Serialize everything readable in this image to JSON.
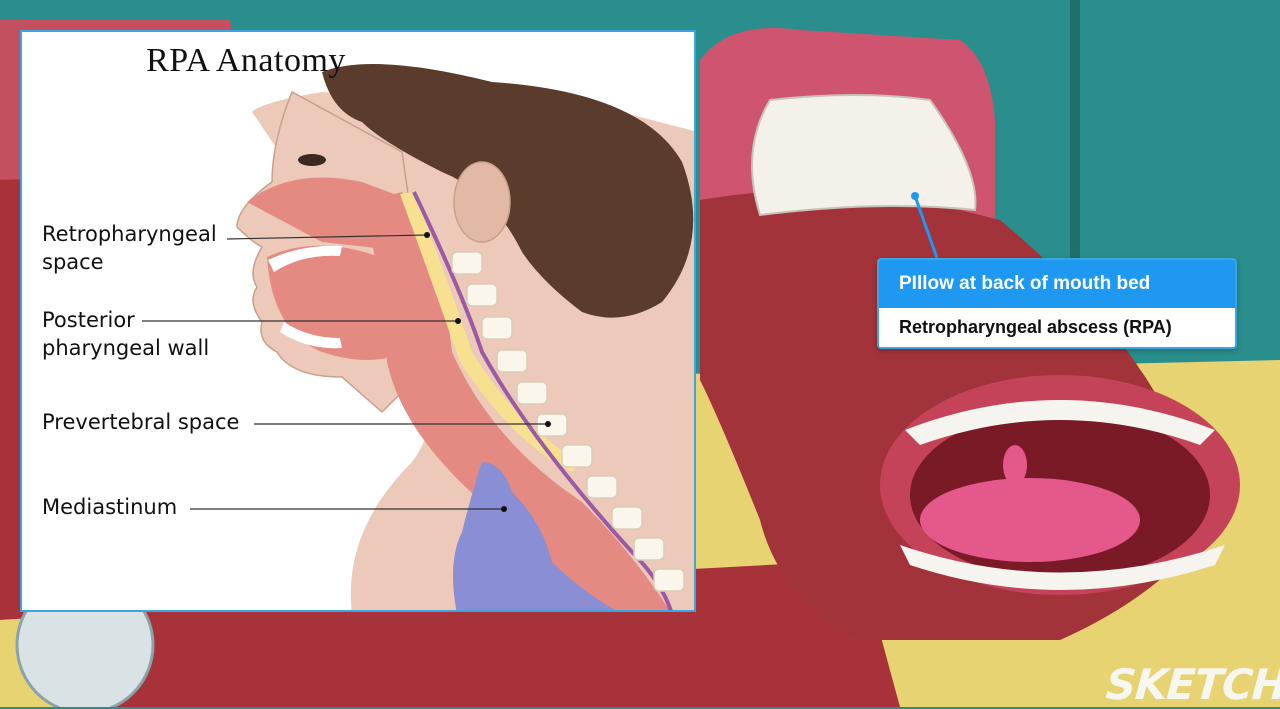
{
  "panel": {
    "title": "RPA Anatomy",
    "labels": {
      "retropharyngeal_line1": "Retropharyngeal",
      "retropharyngeal_line2": "space",
      "posterior_line1": "Posterior",
      "posterior_line2": "pharyngeal wall",
      "prevertebral": "Prevertebral space",
      "mediastinum": "Mediastinum"
    }
  },
  "callout": {
    "mnemonic": "PIllow at back of mouth bed",
    "meaning": "Retropharyngeal abscess (RPA)"
  },
  "brand": {
    "logo_text": "SKETCHY"
  },
  "colors": {
    "accent": "#1e98f0",
    "panel_border": "#39a6e0",
    "wall_teal": "#2a8f8c",
    "bed_red": "#a8323a",
    "floor_yellow": "#e7d372"
  }
}
